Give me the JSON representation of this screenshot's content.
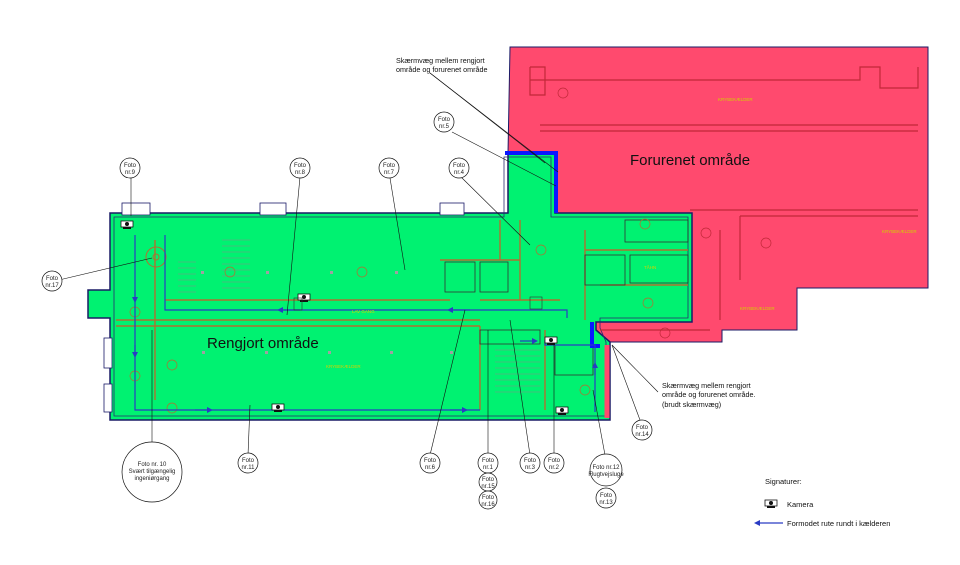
{
  "zones": {
    "clean": "Rengjort område",
    "contaminated": "Forurenet område"
  },
  "rooms": {
    "krybekaelder_top": "KRYBEKÆLDER",
    "krybekaelder_right": "KRYBEKÆLDER",
    "krybekaelder_mid": "KRYBEKÆLDER",
    "krybekaelder_left": "KRYBEKÆLDER",
    "tahn": "TÅHN",
    "corridor": "LAV GANG"
  },
  "notes": {
    "screen_wall_top": [
      "Skærmvæg mellem rengjort",
      "område og  forurenet område"
    ],
    "screen_wall_bottom": [
      "Skærmvæg mellem rengjort",
      "område og forurenet område.",
      "(brudt skærmvæg)"
    ]
  },
  "photos": {
    "foto1": [
      "Foto",
      "nr.1"
    ],
    "foto2": [
      "Foto",
      "nr.2"
    ],
    "foto3": [
      "Foto",
      "nr.3"
    ],
    "foto4": [
      "Foto",
      "nr.4"
    ],
    "foto5": [
      "Foto",
      "nr.5"
    ],
    "foto6": [
      "Foto",
      "nr.6"
    ],
    "foto7": [
      "Foto",
      "nr.7"
    ],
    "foto8": [
      "Foto",
      "nr.8"
    ],
    "foto9": [
      "Foto",
      "nr.9"
    ],
    "foto10": [
      "Foto nr. 10",
      "Svært tilgængelig",
      "ingeniørgang"
    ],
    "foto11": [
      "Foto",
      "nr.11"
    ],
    "foto12": [
      "Foto nr.12",
      "Flugtvejsluge"
    ],
    "foto13": [
      "Foto",
      "nr.13"
    ],
    "foto14": [
      "Foto",
      "nr.14"
    ],
    "foto15": [
      "Foto",
      "nr.15"
    ],
    "foto16": [
      "Foto",
      "nr.16"
    ],
    "foto17": [
      "Foto",
      "nr.17"
    ]
  },
  "legend": {
    "title": "Signaturer:",
    "camera": "Kamera",
    "route": "Formodet rute rundt i kælderen"
  },
  "colors": {
    "clean_fill": "#00f271",
    "contaminated_fill": "#ff4a6e",
    "screen_wall": "#0a16ff",
    "route": "#2a3cc4",
    "outline": "#1a1a66"
  }
}
